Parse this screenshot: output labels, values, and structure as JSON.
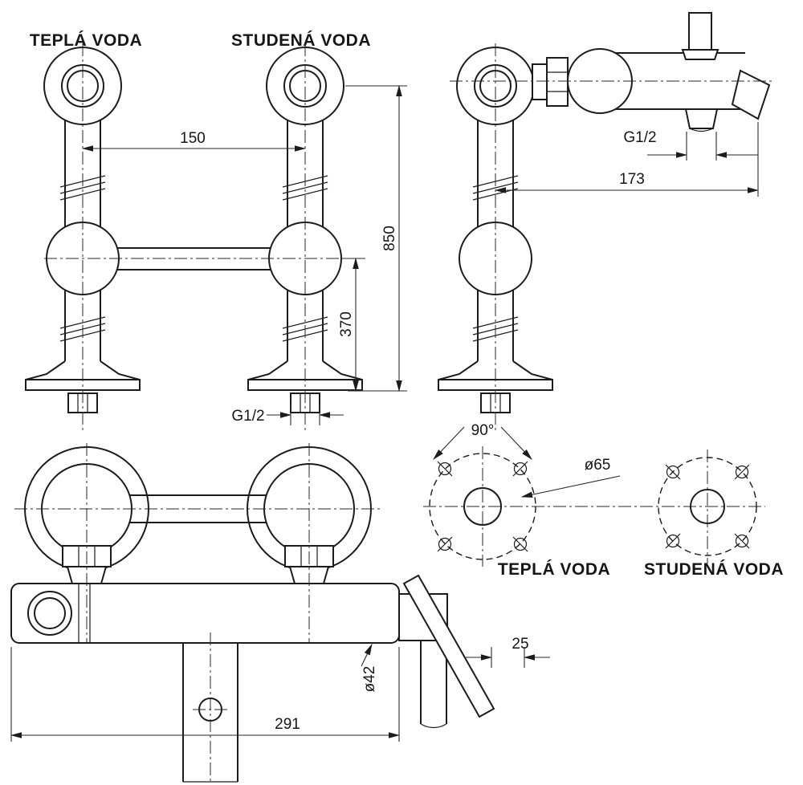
{
  "drawing": {
    "labels": {
      "hot_top": "TEPLÁ VODA",
      "cold_top": "STUDENÁ VODA",
      "hot_bottom": "TEPLÁ VODA",
      "cold_bottom": "STUDENÁ VODA"
    },
    "dimensions": {
      "pipe_spacing": "150",
      "overall_height": "850",
      "lower_height": "370",
      "inlet_thread": "G1/2",
      "outlet_thread": "G1/2",
      "spout_reach": "173",
      "hole_angle": "90°",
      "flange_diameter": "ø65",
      "lever_offset": "25",
      "body_diameter": "ø42",
      "body_length": "291"
    }
  }
}
